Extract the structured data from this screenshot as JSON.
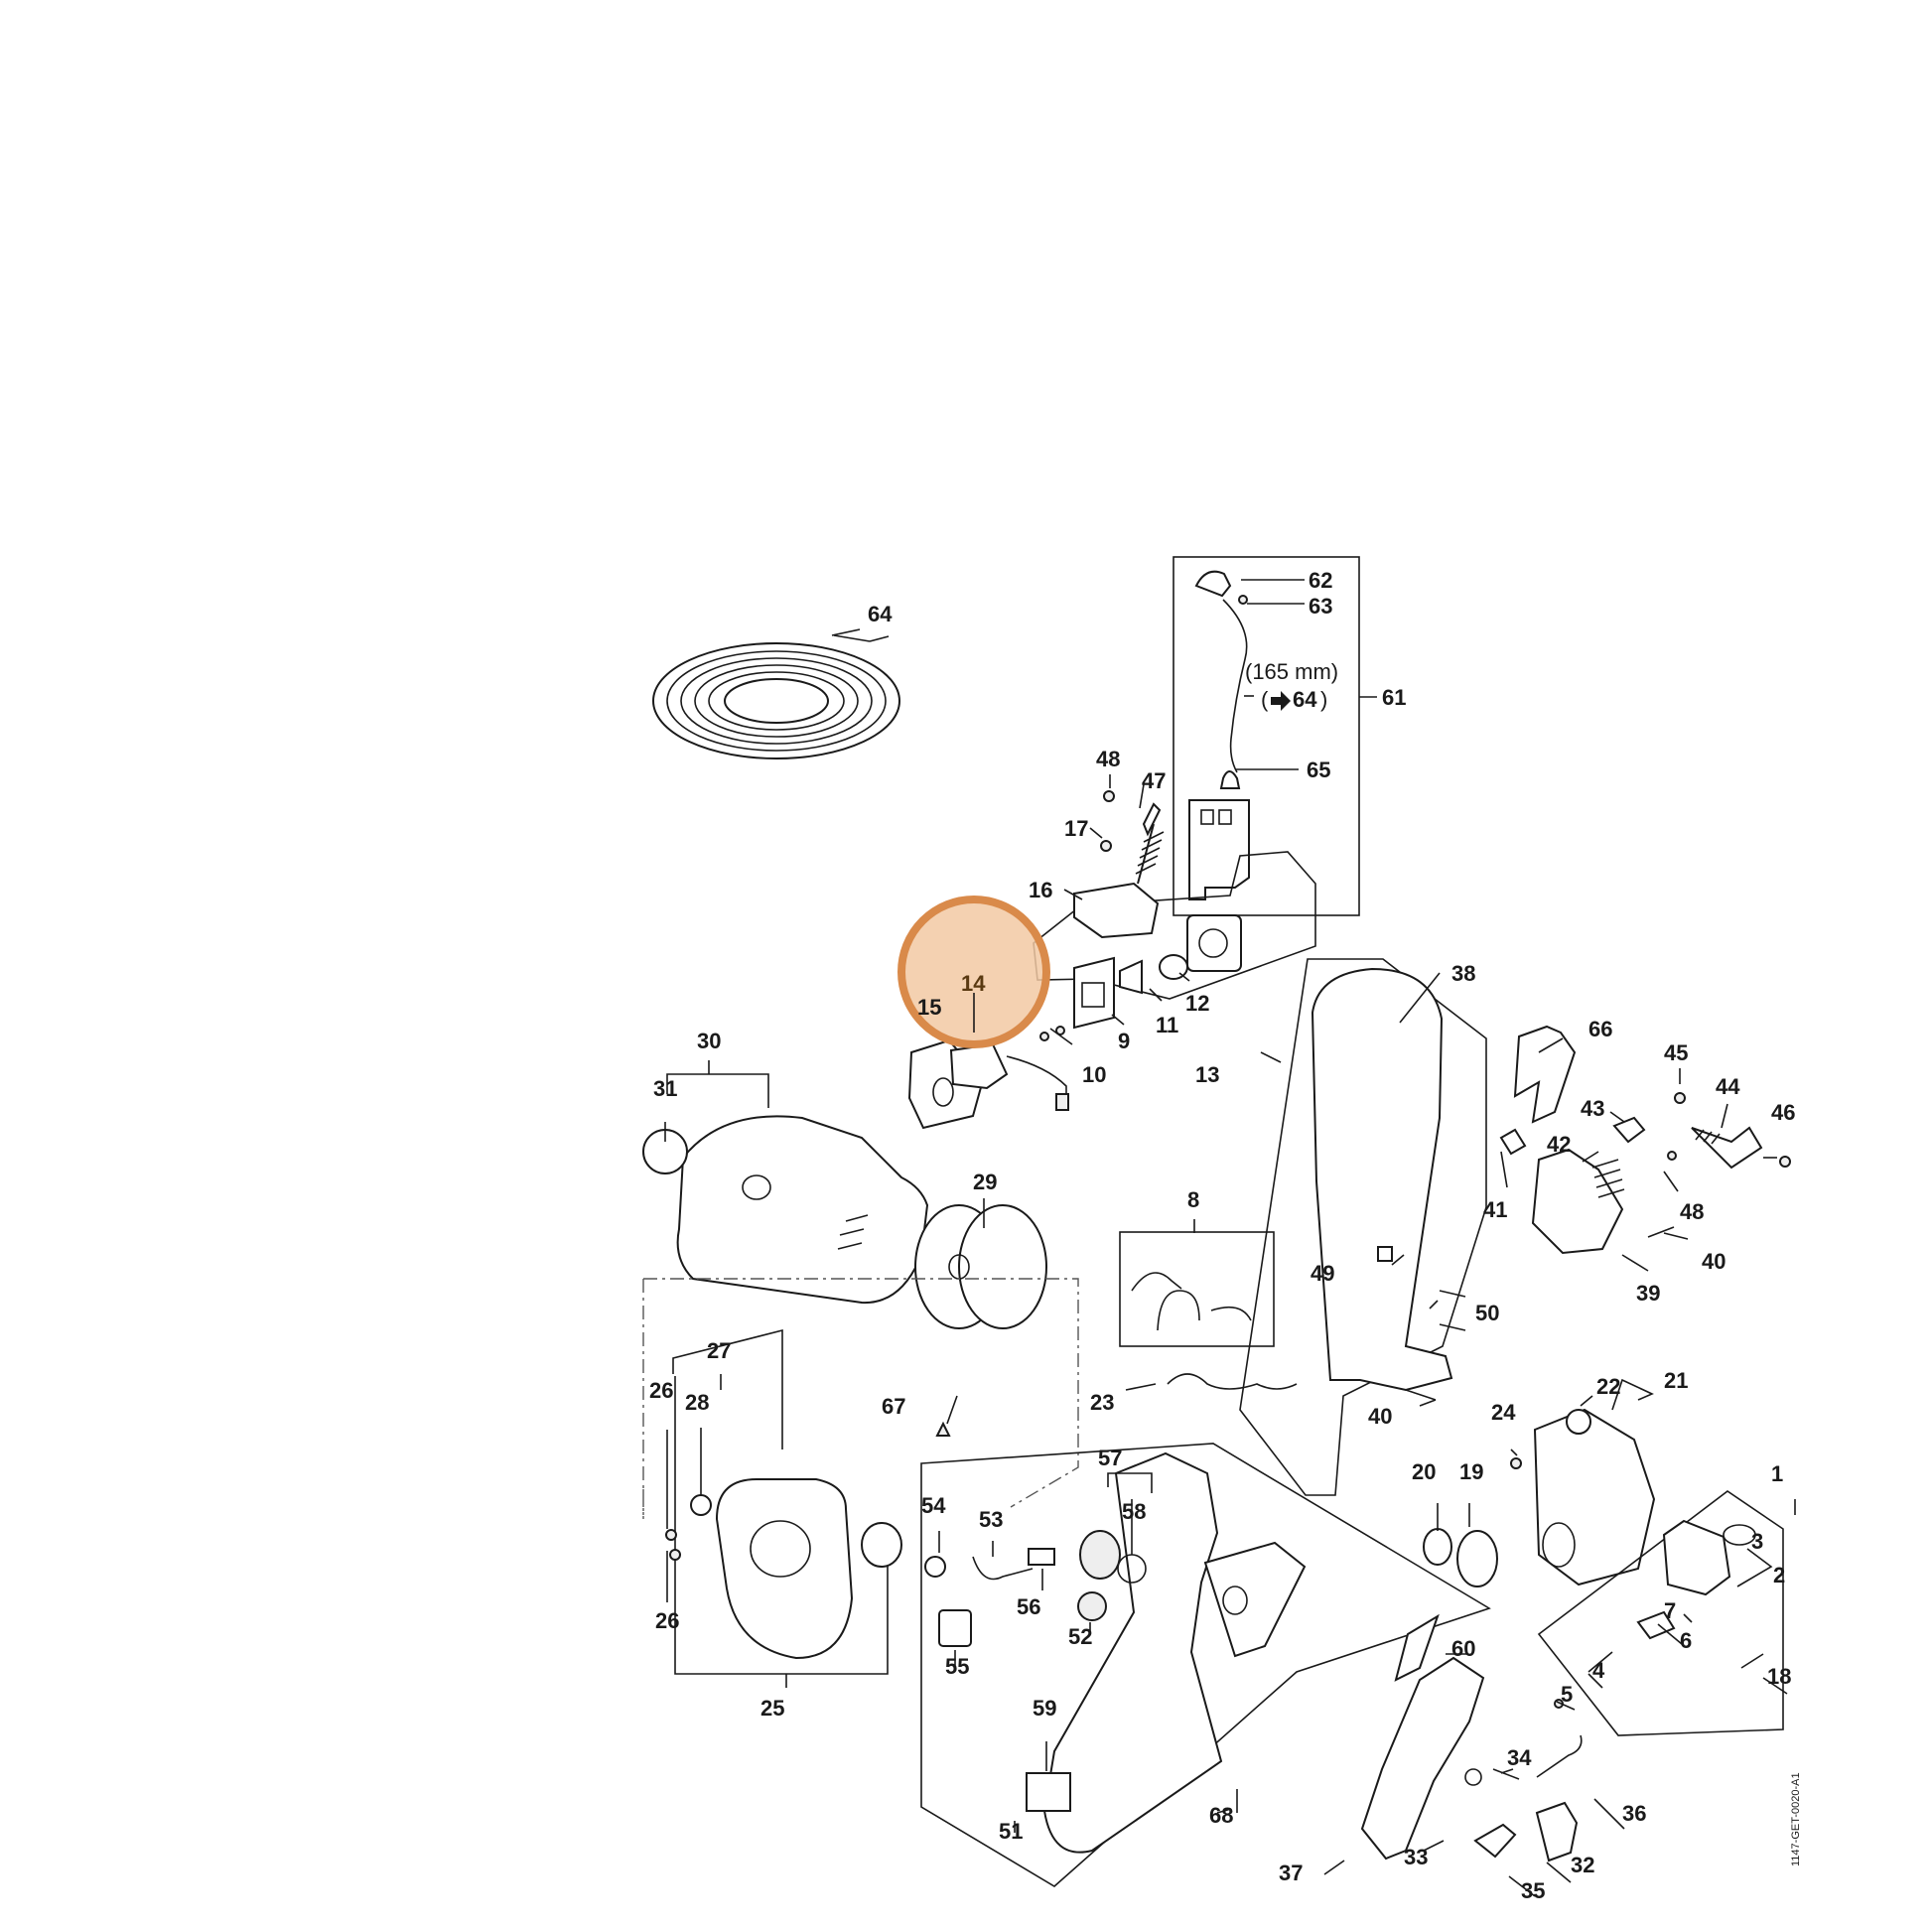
{
  "diagram": {
    "drawing_code": "1147-GET-0020-A1",
    "highlight_color": "#d98a4a",
    "highlighted_part": "14",
    "note_length": "(165 mm)",
    "note_ref": "64",
    "note_ref_open": "(",
    "note_ref_close": ")",
    "arrow_icon": "arrow-right-icon",
    "callouts": {
      "c1": "1",
      "c2": "2",
      "c3": "3",
      "c4": "4",
      "c5": "5",
      "c6": "6",
      "c7": "7",
      "c8": "8",
      "c9": "9",
      "c10": "10",
      "c11": "11",
      "c12": "12",
      "c13": "13",
      "c14": "14",
      "c15": "15",
      "c16": "16",
      "c17": "17",
      "c18": "18",
      "c19": "19",
      "c20": "20",
      "c21": "21",
      "c22": "22",
      "c23": "23",
      "c24": "24",
      "c25": "25",
      "c26a": "26",
      "c26b": "26",
      "c27": "27",
      "c28": "28",
      "c29": "29",
      "c30": "30",
      "c31": "31",
      "c32": "32",
      "c33": "33",
      "c34": "34",
      "c35": "35",
      "c36": "36",
      "c37": "37",
      "c38": "38",
      "c39": "39",
      "c40a": "40",
      "c40b": "40",
      "c41": "41",
      "c42": "42",
      "c43": "43",
      "c44": "44",
      "c45": "45",
      "c46": "46",
      "c47": "47",
      "c48a": "48",
      "c48b": "48",
      "c49": "49",
      "c50": "50",
      "c51": "51",
      "c52": "52",
      "c53": "53",
      "c54": "54",
      "c55": "55",
      "c56": "56",
      "c57": "57",
      "c58": "58",
      "c59": "59",
      "c60": "60",
      "c61": "61",
      "c62": "62",
      "c63": "63",
      "c64": "64",
      "c65": "65",
      "c66": "66",
      "c67": "67",
      "c68": "68"
    }
  }
}
